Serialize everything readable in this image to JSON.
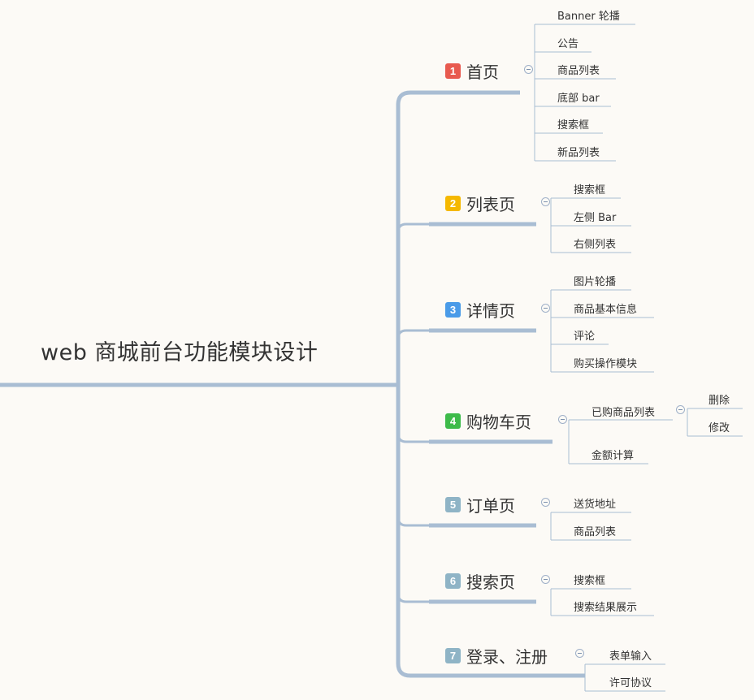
{
  "root": {
    "title": "web 商城前台功能模块设计"
  },
  "colors": {
    "line": "#a9bdd3",
    "background": "#fcfaf6",
    "badge1": "#e85a4f",
    "badge2": "#f5b800",
    "badge3": "#4a9be8",
    "badge4": "#3dbb4a",
    "badge_other": "#8fb4c6"
  },
  "branches": [
    {
      "num": "1",
      "label": "首页",
      "children": [
        {
          "label": "Banner 轮播"
        },
        {
          "label": "公告"
        },
        {
          "label": "商品列表"
        },
        {
          "label": "底部 bar"
        },
        {
          "label": "搜索框"
        },
        {
          "label": "新品列表"
        }
      ]
    },
    {
      "num": "2",
      "label": "列表页",
      "children": [
        {
          "label": "搜索框"
        },
        {
          "label": "左侧 Bar"
        },
        {
          "label": "右侧列表"
        }
      ]
    },
    {
      "num": "3",
      "label": "详情页",
      "children": [
        {
          "label": "图片轮播"
        },
        {
          "label": "商品基本信息"
        },
        {
          "label": "评论"
        },
        {
          "label": "购买操作模块"
        }
      ]
    },
    {
      "num": "4",
      "label": "购物车页",
      "children": [
        {
          "label": "已购商品列表",
          "children": [
            {
              "label": "删除"
            },
            {
              "label": "修改"
            }
          ]
        },
        {
          "label": "金额计算"
        }
      ]
    },
    {
      "num": "5",
      "label": "订单页",
      "children": [
        {
          "label": "送货地址"
        },
        {
          "label": "商品列表"
        }
      ]
    },
    {
      "num": "6",
      "label": "搜索页",
      "children": [
        {
          "label": "搜索框"
        },
        {
          "label": "搜索结果展示"
        }
      ]
    },
    {
      "num": "7",
      "label": "登录、注册",
      "children": [
        {
          "label": "表单输入"
        },
        {
          "label": "许可协议"
        }
      ]
    }
  ]
}
